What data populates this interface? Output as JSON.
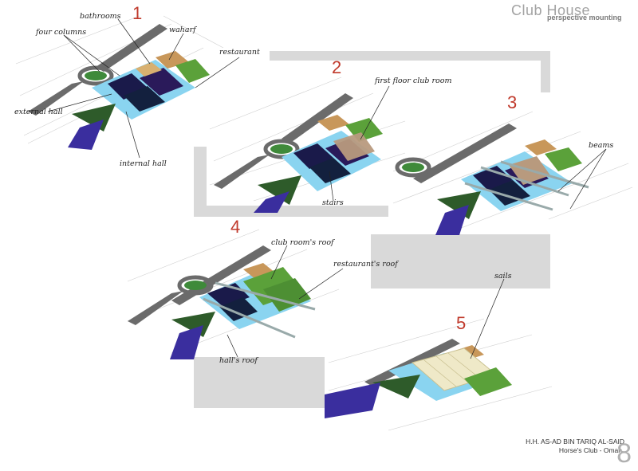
{
  "header": {
    "title": "Club House",
    "subtitle": "perspective mounting"
  },
  "steps": [
    {
      "number": "1"
    },
    {
      "number": "2"
    },
    {
      "number": "3"
    },
    {
      "number": "4"
    },
    {
      "number": "5"
    }
  ],
  "labels": {
    "bathrooms": "bathrooms",
    "four_columns": "four columns",
    "waharf": "waharf",
    "restaurant": "restaurant",
    "external_hall": "external hall",
    "internal_hall": "internal hall",
    "first_floor_club_room": "first floor club room",
    "stairs": "stairs",
    "beams": "beams",
    "club_rooms_roof": "club room's roof",
    "restaurants_roof": "restaurant's roof",
    "halls_roof": "hall's roof",
    "sails": "sails"
  },
  "footer": {
    "client": "H.H. AS-AD BIN TARIQ AL-SAID",
    "project": "Horse's Club - Oman",
    "page_number": "8"
  },
  "colors": {
    "step_number": "#c0392b",
    "road": "#6b6b6b",
    "water_channel": "#3a2e9e",
    "landscape": "#2e5b2a",
    "paving_light_blue": "#8ad4f0",
    "roof_green": "#5ba13a",
    "wharf_tan": "#c8975a",
    "band_gray": "#d9d9d9"
  }
}
